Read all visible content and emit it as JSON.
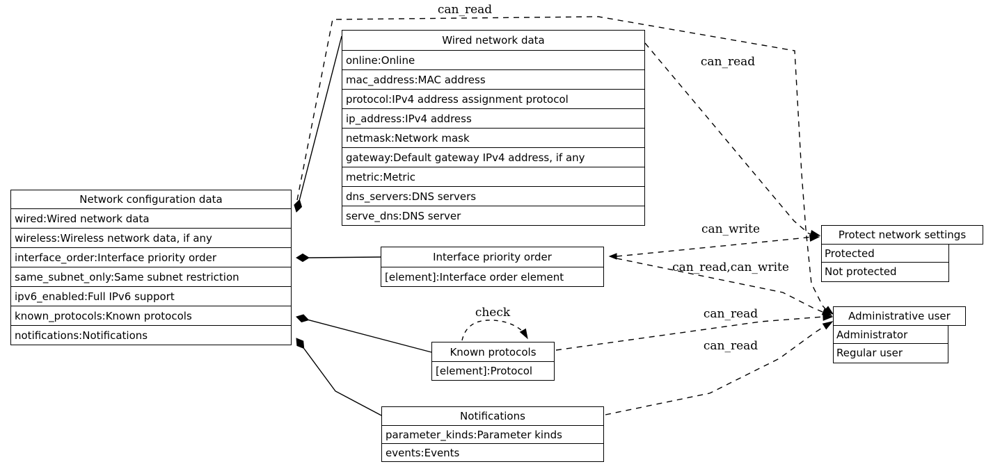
{
  "diagram": {
    "background": "#ffffff",
    "line_color": "#000000",
    "kind": "record-relationship-diagram"
  },
  "nodes": {
    "network_configuration_data": {
      "title": "Network configuration data",
      "rows": [
        "wired:Wired network data",
        "wireless:Wireless network data, if any",
        "interface_order:Interface priority order",
        "same_subnet_only:Same subnet restriction",
        "ipv6_enabled:Full IPv6 support",
        "known_protocols:Known protocols",
        "notifications:Notifications"
      ]
    },
    "wired_network_data": {
      "title": "Wired network data",
      "rows": [
        "online:Online",
        "mac_address:MAC address",
        "protocol:IPv4 address assignment protocol",
        "ip_address:IPv4 address",
        "netmask:Network mask",
        "gateway:Default gateway IPv4 address, if any",
        "metric:Metric",
        "dns_servers:DNS servers",
        "serve_dns:DNS server"
      ]
    },
    "interface_priority_order": {
      "title": "Interface priority order",
      "rows": [
        "[element]:Interface order element"
      ]
    },
    "known_protocols": {
      "title": "Known protocols",
      "rows": [
        "[element]:Protocol"
      ]
    },
    "notifications": {
      "title": "Notifications",
      "rows": [
        "parameter_kinds:Parameter kinds",
        "events:Events"
      ]
    },
    "protect_network_settings": {
      "title": "Protect network settings",
      "rows": [
        "Protected",
        "Not protected"
      ]
    },
    "administrative_user": {
      "title": "Administrative user",
      "rows": [
        "Administrator",
        "Regular user"
      ]
    }
  },
  "edge_labels": {
    "top_can_read": "can_read",
    "wired_can_read": "can_read",
    "interface_can_write": "can_write",
    "interface_can_read_can_write": "can_read,can_write",
    "known_protocols_can_read": "can_read",
    "notifications_can_read": "can_read",
    "check_loop": "check"
  }
}
